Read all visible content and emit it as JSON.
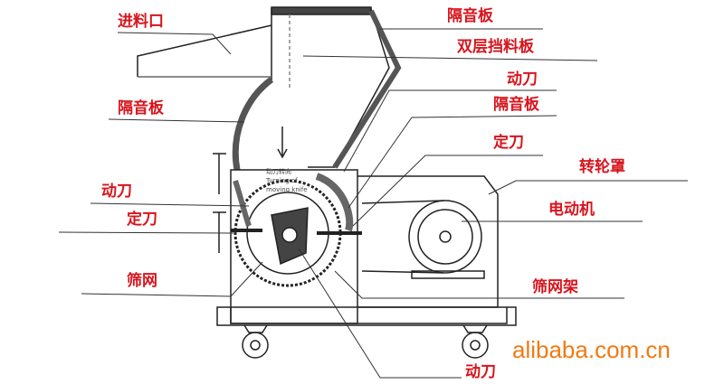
{
  "labels": {
    "feed_inlet": "进料口",
    "sound_panel_top": "隔音板",
    "double_baffle": "双层挡料板",
    "moving_knife_top": "动刀",
    "sound_panel_right": "隔音板",
    "fixed_knife_right": "定刀",
    "wheel_cover": "转轮罩",
    "motor": "电动机",
    "screen_frame": "筛网架",
    "moving_knife_bottom": "动刀",
    "sound_panel_left": "隔音板",
    "moving_knife_left": "动刀",
    "fixed_knife_left": "定刀",
    "screen": "筛网"
  },
  "rotation_note": {
    "cn": "动刀转向",
    "en1": "Turning of",
    "en2": "moving knife"
  },
  "watermark": "alibaba.com.cn"
}
